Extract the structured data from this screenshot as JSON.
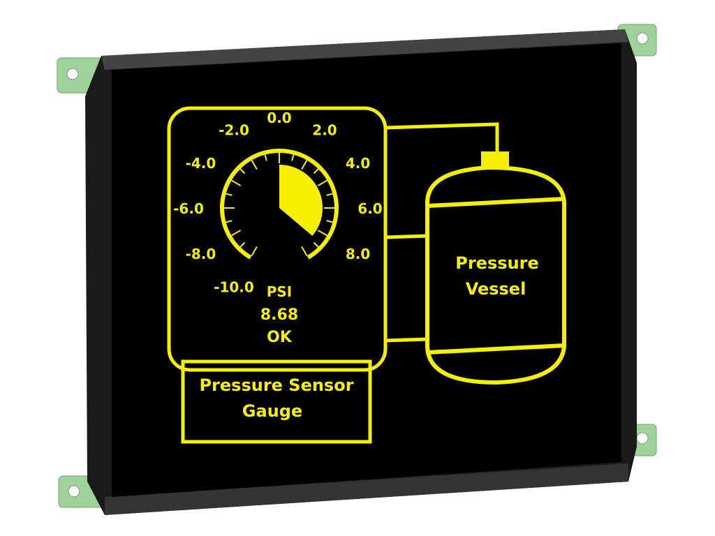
{
  "colors": {
    "display_fg": "#f5f000",
    "display_bg": "#000000",
    "pcb": "#9fd39a"
  },
  "gauge": {
    "scale_labels": [
      "-10.0",
      "-8.0",
      "-6.0",
      "-4.0",
      "-2.0",
      "0.0",
      "2.0",
      "4.0",
      "6.0",
      "8.0"
    ],
    "min": -10,
    "max": 10,
    "value": 8.68,
    "unit": "PSI",
    "value_text": "8.68",
    "status": "OK"
  },
  "gauge_caption": {
    "line1": "Pressure Sensor",
    "line2": "Gauge"
  },
  "vessel": {
    "line1": "Pressure",
    "line2": "Vessel"
  }
}
